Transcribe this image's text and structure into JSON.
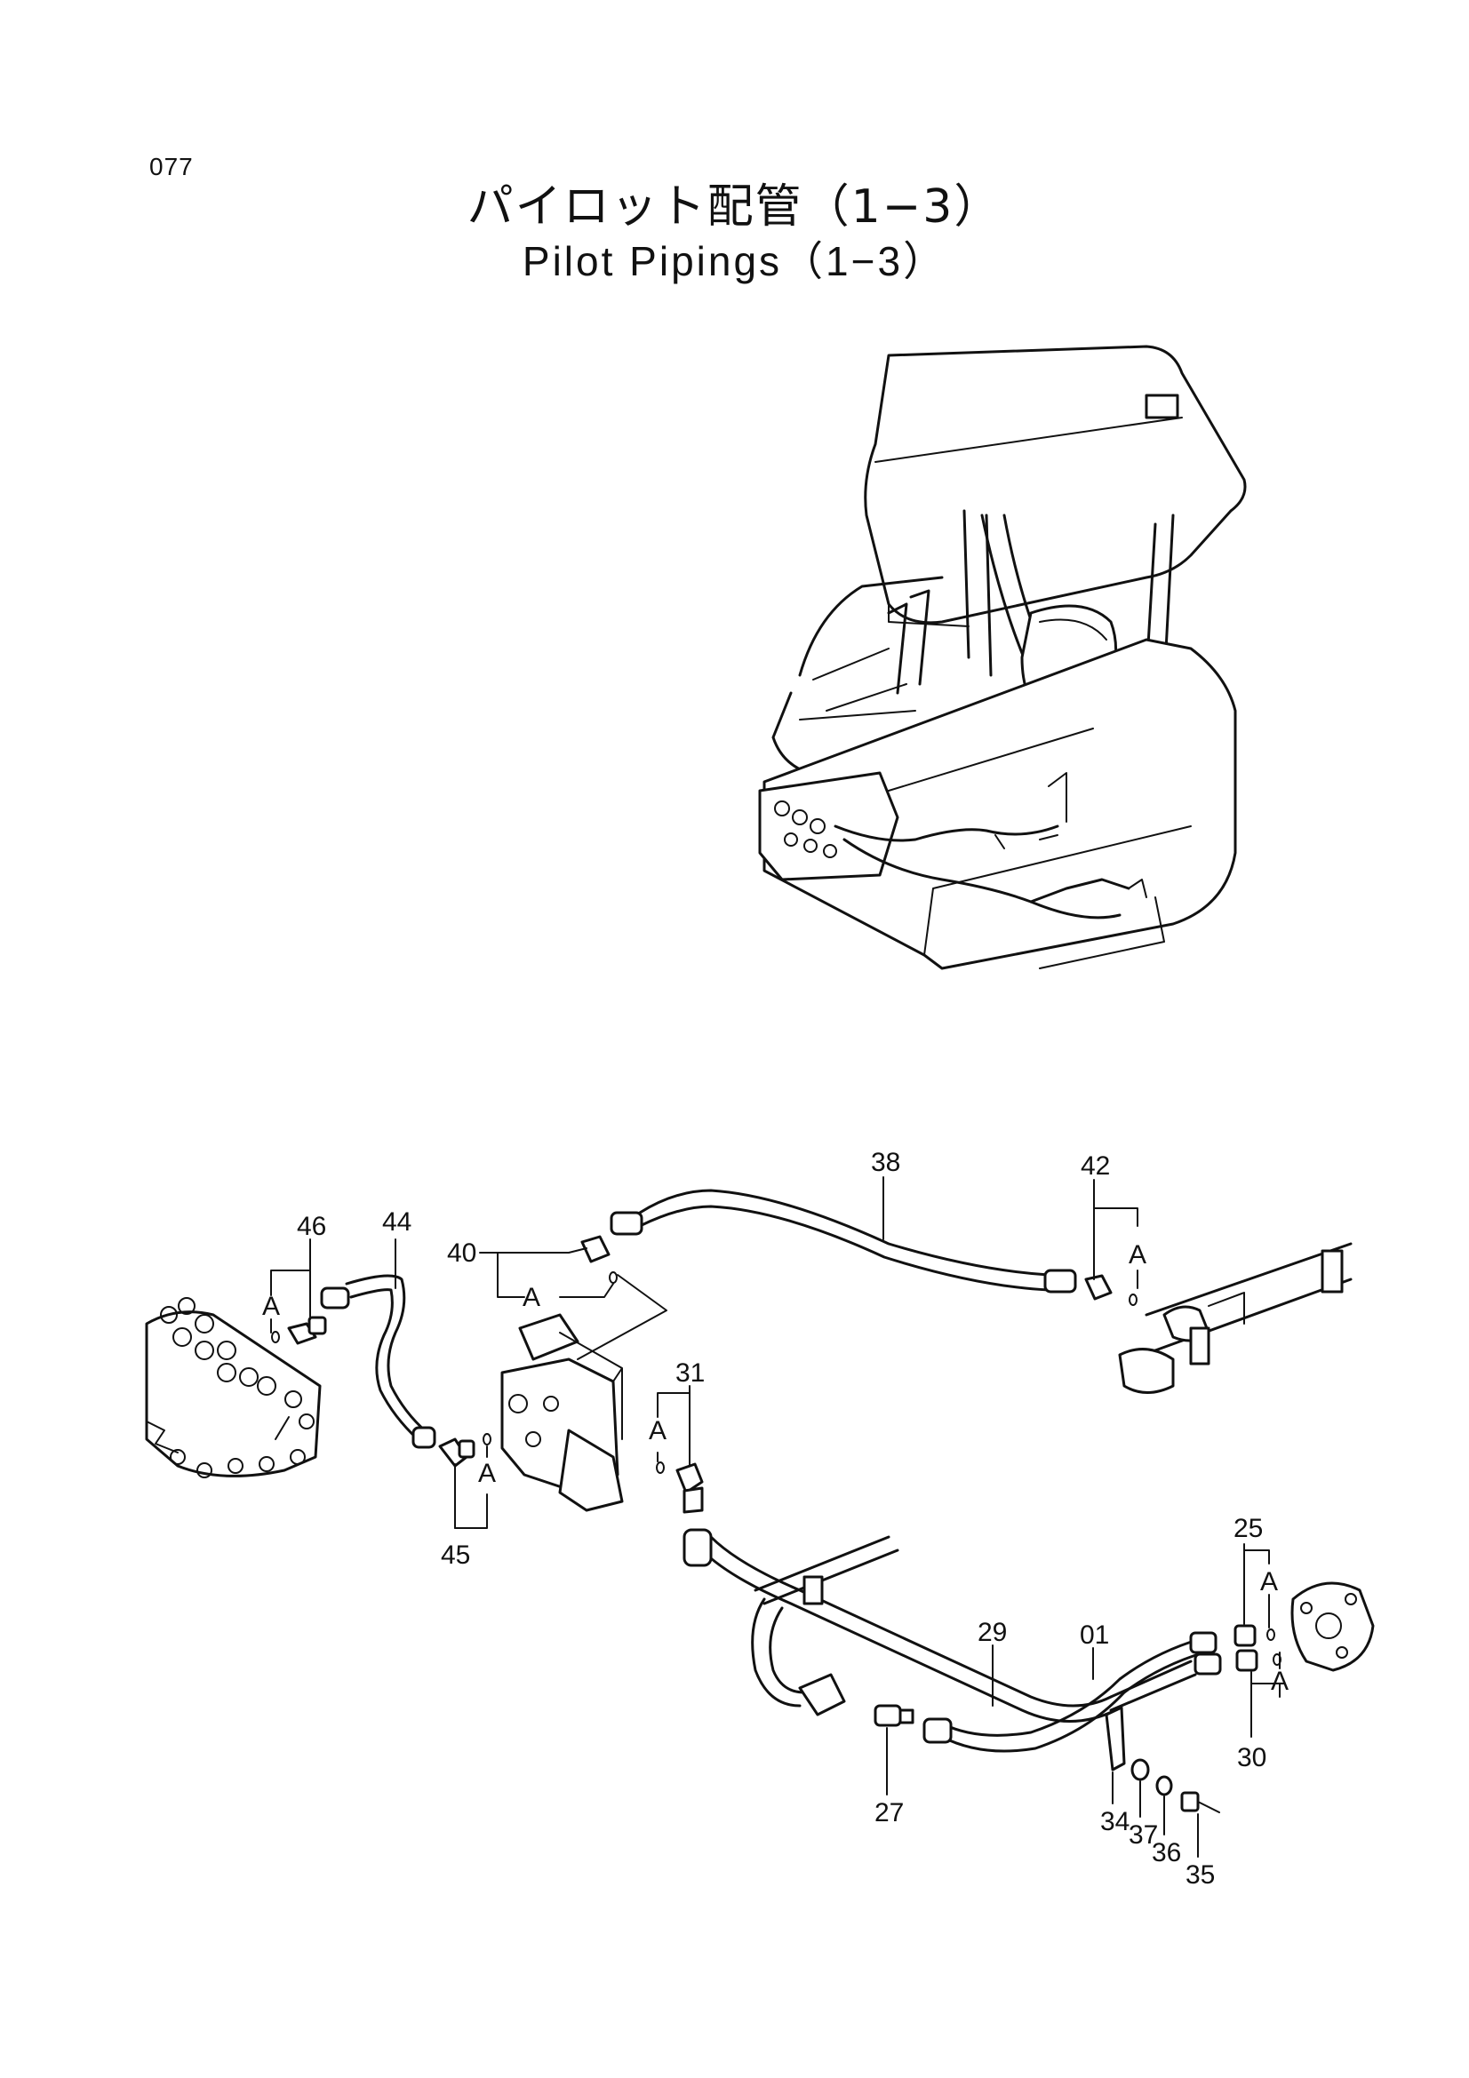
{
  "page": {
    "number": "077",
    "title_jp": "パイロット配管（1−3）",
    "title_en": "Pilot Pipings（1−3）"
  },
  "callouts": {
    "c38": "38",
    "c42": "42",
    "c40": "40",
    "c46": "46",
    "c44": "44",
    "c31": "31",
    "c45": "45",
    "c25": "25",
    "c29": "29",
    "c01": "01",
    "c30": "30",
    "c27": "27",
    "c34": "34",
    "c37": "37",
    "c36": "36",
    "c35": "35"
  },
  "marks": {
    "a": "A"
  }
}
